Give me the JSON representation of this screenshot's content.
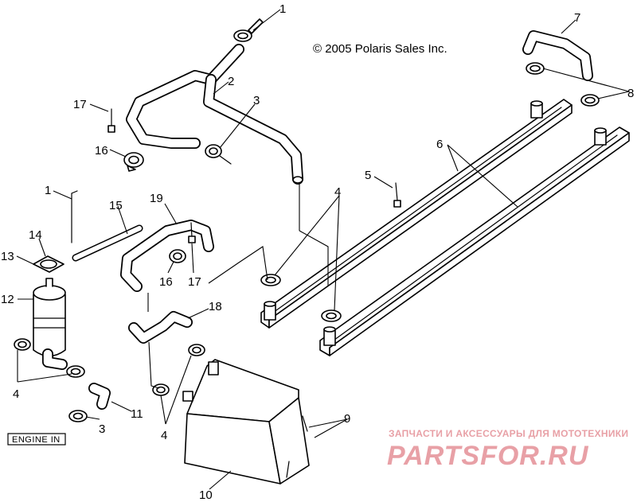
{
  "copyright": "© 2005 Polaris Sales Inc.",
  "engine_label": "ENGINE IN",
  "watermark": {
    "tagline": "ЗАПЧАСТИ И АКСЕССУАРЫ ДЛЯ МОТОТЕХНИКИ",
    "brand": "PARTSFOR.RU"
  },
  "callouts": [
    "1",
    "2",
    "3",
    "4",
    "5",
    "6",
    "7",
    "8",
    "9",
    "10",
    "11",
    "12",
    "13",
    "14",
    "15",
    "16",
    "17",
    "18",
    "19"
  ]
}
